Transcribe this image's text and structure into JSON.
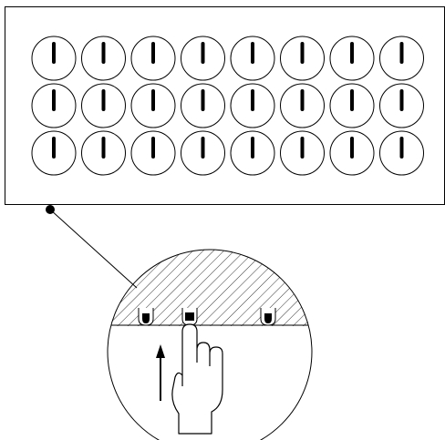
{
  "panel": {
    "rows": 3,
    "columns": 8,
    "knob_count": 24,
    "knob_pointer_direction": "up"
  },
  "detail": {
    "callout_shape": "circle",
    "sockets": 3,
    "pressed_socket": 2,
    "icons": [
      "finger-press-icon",
      "up-arrow-icon",
      "hatched-cover"
    ]
  },
  "colors": {
    "stroke": "#000000",
    "background": "#ffffff"
  }
}
